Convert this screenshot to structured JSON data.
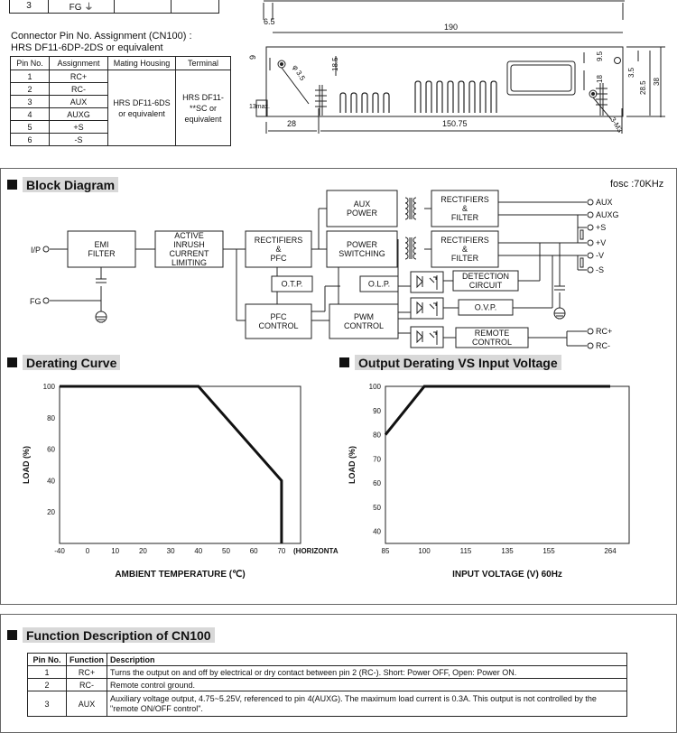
{
  "top_table": {
    "row3": [
      "3",
      "FG ⏚",
      "",
      ""
    ]
  },
  "connector": {
    "title": "Connector Pin No. Assignment (CN100) :",
    "subtitle": "HRS DF11-6DP-2DS or equivalent",
    "headers": [
      "Pin No.",
      "Assignment",
      "Mating Housing",
      "Terminal"
    ],
    "rows": [
      [
        "1",
        "RC+"
      ],
      [
        "2",
        "RC-"
      ],
      [
        "3",
        "AUX"
      ],
      [
        "4",
        "AUXG"
      ],
      [
        "5",
        "+S"
      ],
      [
        "6",
        "-S"
      ]
    ],
    "mating_housing": "HRS DF11-6DS or equivalent",
    "terminal": "HRS DF11-**SC or equivalent"
  },
  "mech": {
    "dim_190": "190",
    "dim_6_5": "6.5",
    "dim_9": "9",
    "dim_18_5": "18.5",
    "dim_9_5": "9.5",
    "dim_18": "18",
    "dim_3_5": "3.5",
    "dim_28_5": "28.5",
    "dim_38": "38",
    "dim_13max": "13max.",
    "dim_28": "28",
    "dim_150_75": "150.75",
    "hole_d35": "φ 3.5",
    "screw": "3-M3"
  },
  "block_diagram": {
    "title": "Block Diagram",
    "fosc": "fosc :70KHz",
    "boxes": {
      "emi": "EMI|FILTER",
      "inrush": "ACTIVE|INRUSH|CURRENT|LIMITING",
      "rect_pfc": "RECTIFIERS|&|PFC",
      "pfc_ctrl": "PFC|CONTROL",
      "otp": "O.T.P.",
      "aux_power": "AUX|POWER",
      "power_sw": "POWER|SWITCHING",
      "olp": "O.L.P.",
      "pwm": "PWM|CONTROL",
      "rect_filter1": "RECTIFIERS|&|FILTER",
      "rect_filter2": "RECTIFIERS|&|FILTER",
      "detection": "DETECTION|CIRCUIT",
      "ovp": "O.V.P.",
      "remote": "REMOTE|CONTROL"
    },
    "ports": {
      "ip": "I/P",
      "fg": "FG",
      "aux": "AUX",
      "auxg": "AUXG",
      "ps": "+S",
      "pv": "+V",
      "mv": "-V",
      "ms": "-S",
      "rcp": "RC+",
      "rcm": "RC-"
    }
  },
  "derating": {
    "title": "Derating Curve"
  },
  "output_derating": {
    "title": "Output Derating VS Input Voltage"
  },
  "chart_data": [
    {
      "type": "line",
      "xlabel": "AMBIENT TEMPERATURE (℃)",
      "ylabel": "LOAD (%)",
      "x_ticks": [
        "-40",
        "0",
        "10",
        "20",
        "30",
        "40",
        "50",
        "60",
        "70"
      ],
      "x_suffix": "(HORIZONTAL)",
      "y_ticks": [
        "20",
        "40",
        "60",
        "80",
        "100"
      ],
      "ylim": [
        0,
        100
      ],
      "series": [
        {
          "x": [
            -40,
            40,
            70,
            70
          ],
          "y": [
            100,
            100,
            40,
            0
          ]
        }
      ]
    },
    {
      "type": "line",
      "xlabel": "INPUT VOLTAGE (V) 60Hz",
      "ylabel": "LOAD (%)",
      "x_ticks": [
        "85",
        "100",
        "115",
        "135",
        "155",
        "264"
      ],
      "y_ticks": [
        "40",
        "50",
        "60",
        "70",
        "80",
        "90",
        "100"
      ],
      "ylim": [
        35,
        100
      ],
      "series": [
        {
          "x": [
            85,
            100,
            264
          ],
          "y": [
            80,
            100,
            100
          ]
        }
      ]
    }
  ],
  "function": {
    "title": "Function Description of CN100",
    "headers": [
      "Pin No.",
      "Function",
      "Description"
    ],
    "rows": [
      [
        "1",
        "RC+",
        "Turns the output on and off by electrical or dry contact between pin 2 (RC-). Short: Power OFF, Open: Power ON."
      ],
      [
        "2",
        "RC-",
        "Remote control ground."
      ],
      [
        "3",
        "AUX",
        "Auxiliary voltage output, 4.75~5.25V, referenced to pin 4(AUXG). The maximum load current is 0.3A. This output is not controlled by the \"remote ON/OFF control\"."
      ]
    ]
  }
}
